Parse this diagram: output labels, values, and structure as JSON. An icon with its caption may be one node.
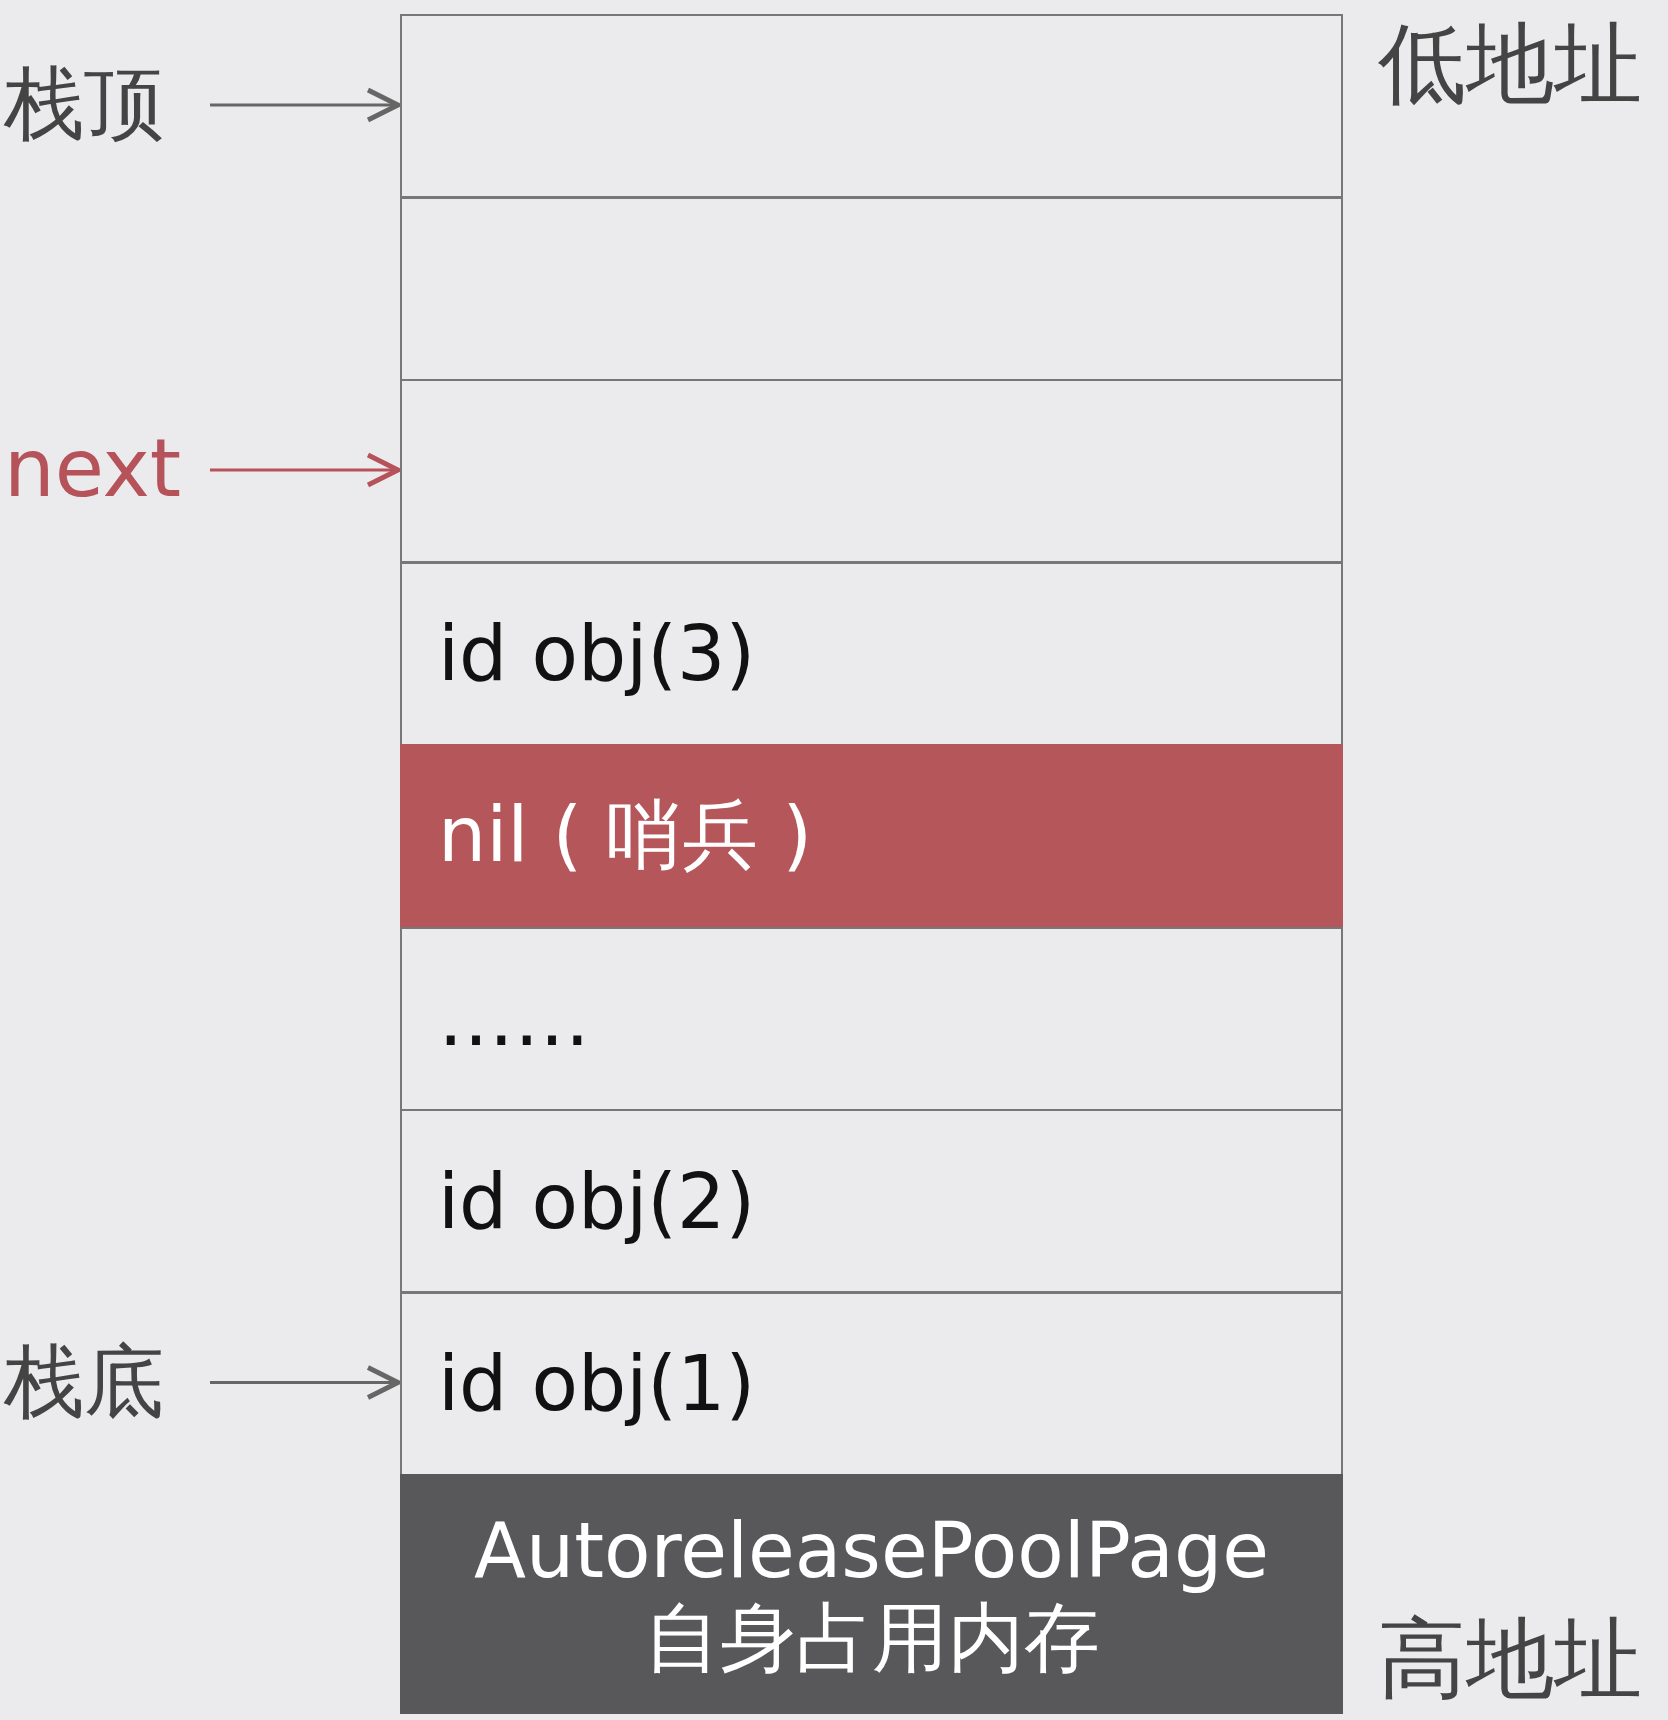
{
  "diagram": {
    "nodes": [
      {
        "text": [
          "栈顶"
        ]
      },
      {
        "text": [],
        "shape": "box"
      },
      {
        "text": [],
        "shape": "box"
      },
      {
        "text": [
          "next"
        ]
      },
      {
        "text": [],
        "shape": "box"
      },
      {
        "text": [
          "id obj(3)"
        ]
      },
      {
        "text": [
          "nil ( 哨兵 )"
        ]
      },
      {
        "text": [
          "……"
        ]
      },
      {
        "text": [
          "id obj(2)"
        ]
      },
      {
        "text": [
          "栈底"
        ]
      },
      {
        "text": [
          "id obj(1)"
        ]
      },
      {
        "text": [
          "AutoreleasePoolPage",
          "自身占用内存"
        ]
      }
    ],
    "edges": [
      {
        "from": 0,
        "to": 1,
        "arrow": "to"
      },
      {
        "from": 3,
        "to": 4,
        "arrow": "to",
        "color": "#b5525a"
      },
      {
        "from": 9,
        "to": 10,
        "arrow": "to"
      }
    ],
    "labels": [
      "低地址",
      "高地址"
    ]
  }
}
